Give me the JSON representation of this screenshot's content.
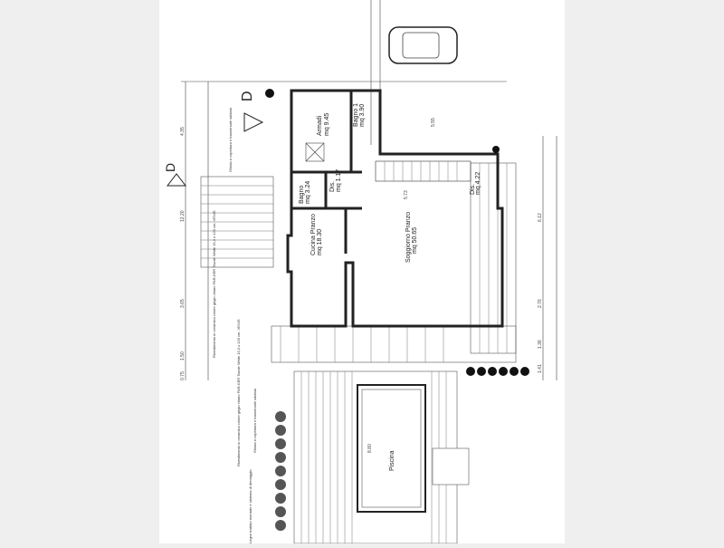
{
  "drawing": {
    "section_marker": "D",
    "rooms": [
      {
        "name": "Armadi",
        "area": "mq 9.45"
      },
      {
        "name": "Bagno 1",
        "area": "mq 3.90"
      },
      {
        "name": "Bagno",
        "area": "mq 3.24"
      },
      {
        "name": "Dis.",
        "area": "mq 1.17"
      },
      {
        "name": "Cucina Pranzo",
        "area": "mq 18.30"
      },
      {
        "name": "Soggiorno Pranzo",
        "area": "mq 50.65"
      },
      {
        "name": "Dis.",
        "area": "mq 4.22"
      },
      {
        "name": "Piscina",
        "area": ""
      }
    ],
    "dimensions": [
      "4.35",
      "12.20",
      "3.65",
      "1.50",
      "0.75",
      "6.12",
      "2.76",
      "1.36",
      "1.41",
      "5.73",
      "5.55",
      "8.80"
    ],
    "notes": [
      "Rivestimento in ceramica colore grigio chiaro PAR-KER Tavole White 15,3 x 120 cm. VENIS",
      "Ghiaia a copertura e trasversale saldata",
      "Rivestimento in ceramica colore grigio chiaro PAR-KER Tavole White 15,3 x 120 cm. VENIS",
      "Ghiaia a copertura e trasversale saldata",
      "Legno trattato montato e sistema di drenaggio"
    ]
  }
}
